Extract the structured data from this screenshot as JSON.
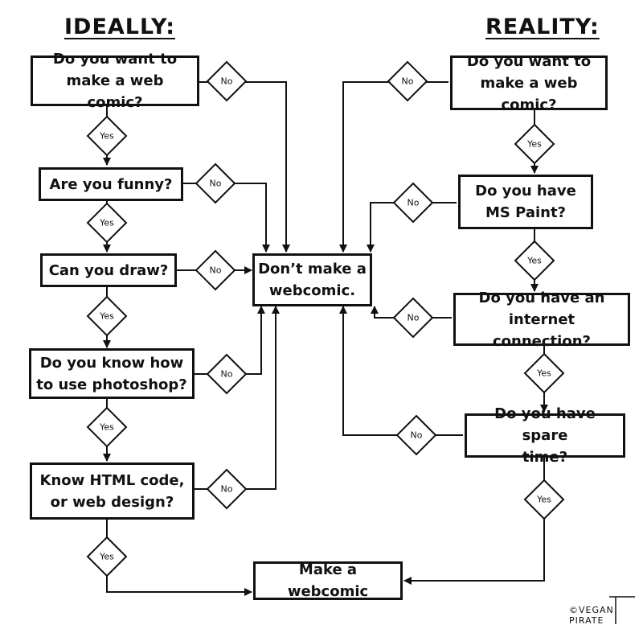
{
  "headings": {
    "left": "IDEALLY:",
    "right": "REALITY:"
  },
  "ideally": {
    "q1": [
      "Do you want to",
      "make a web comic?"
    ],
    "q2": [
      "Are you funny?"
    ],
    "q3": [
      "Can you draw?"
    ],
    "q4": [
      "Do you know how",
      "to use photoshop?"
    ],
    "q5": [
      "Know HTML code,",
      "or web design?"
    ]
  },
  "reality": {
    "q1": [
      "Do you want to",
      "make a web comic?"
    ],
    "q2": [
      "Do you have",
      "MS Paint?"
    ],
    "q3": [
      "Do you have an",
      "internet connection?"
    ],
    "q4": [
      "Do you have spare",
      "time?"
    ]
  },
  "outcomes": {
    "dont": [
      "Don’t make a",
      "webcomic."
    ],
    "make": [
      "Make a webcomic"
    ]
  },
  "labels": {
    "yes": "Yes",
    "no": "No"
  },
  "credit": "©VEGAN PIRATE"
}
